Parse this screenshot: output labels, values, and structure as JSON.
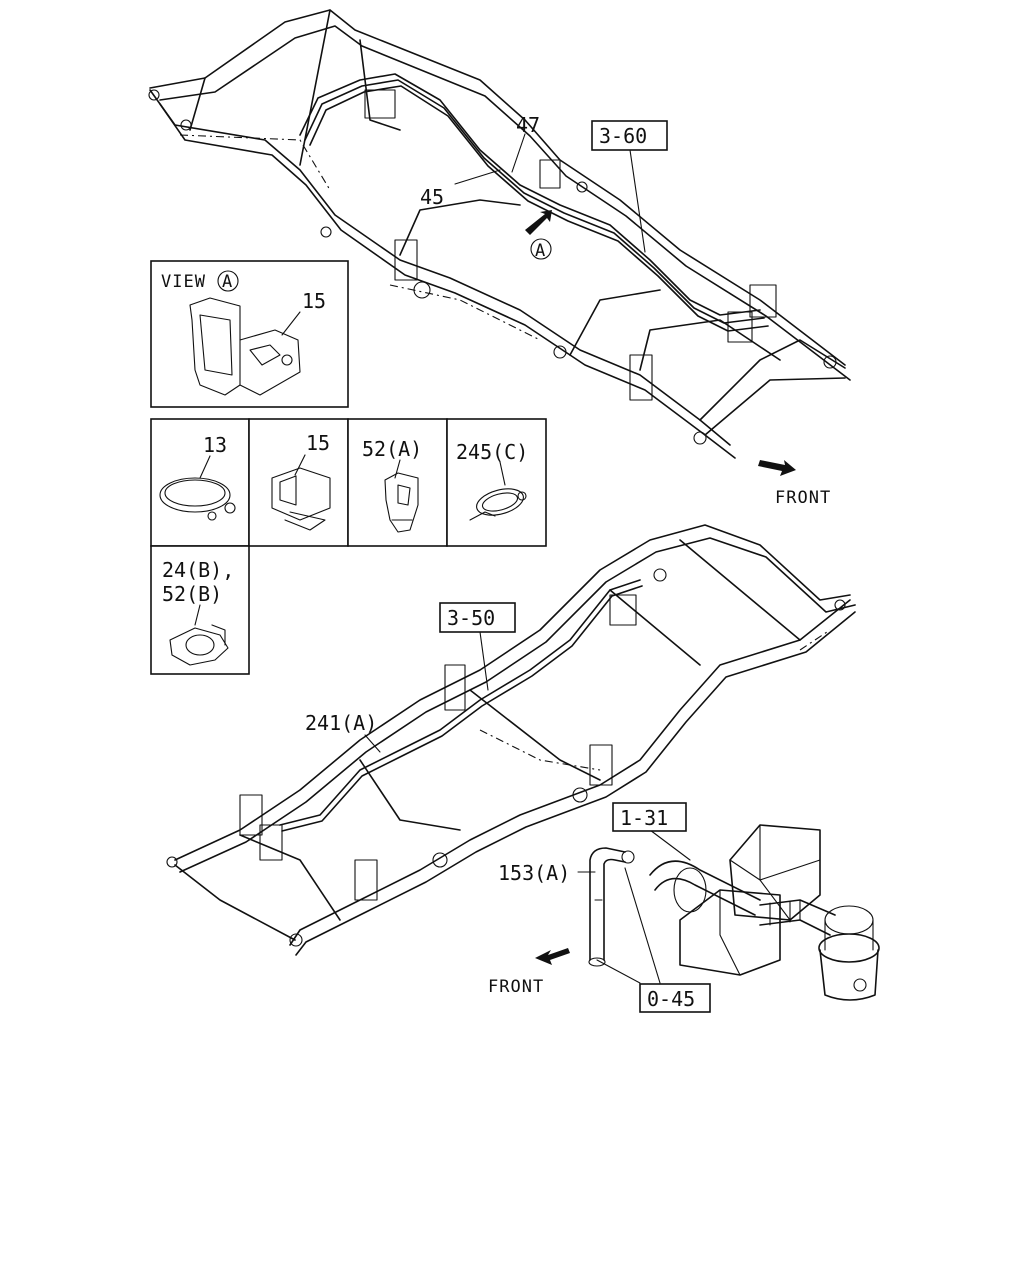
{
  "callouts": {
    "c47": "47",
    "c45": "45",
    "c360": "3-60",
    "cA": "A",
    "view_text": "VIEW",
    "view_circle": "A",
    "c15_view": "15",
    "c13": "13",
    "c15": "15",
    "c52a": "52(A)",
    "c245c": "245(C)",
    "c24b": "24(B),",
    "c52b": "52(B)",
    "c350": "3-50",
    "c241a": "241(A)",
    "c131": "1-31",
    "c153a": "153(A)",
    "c045": "0-45",
    "front_top": "FRONT",
    "front_bottom": "FRONT"
  }
}
